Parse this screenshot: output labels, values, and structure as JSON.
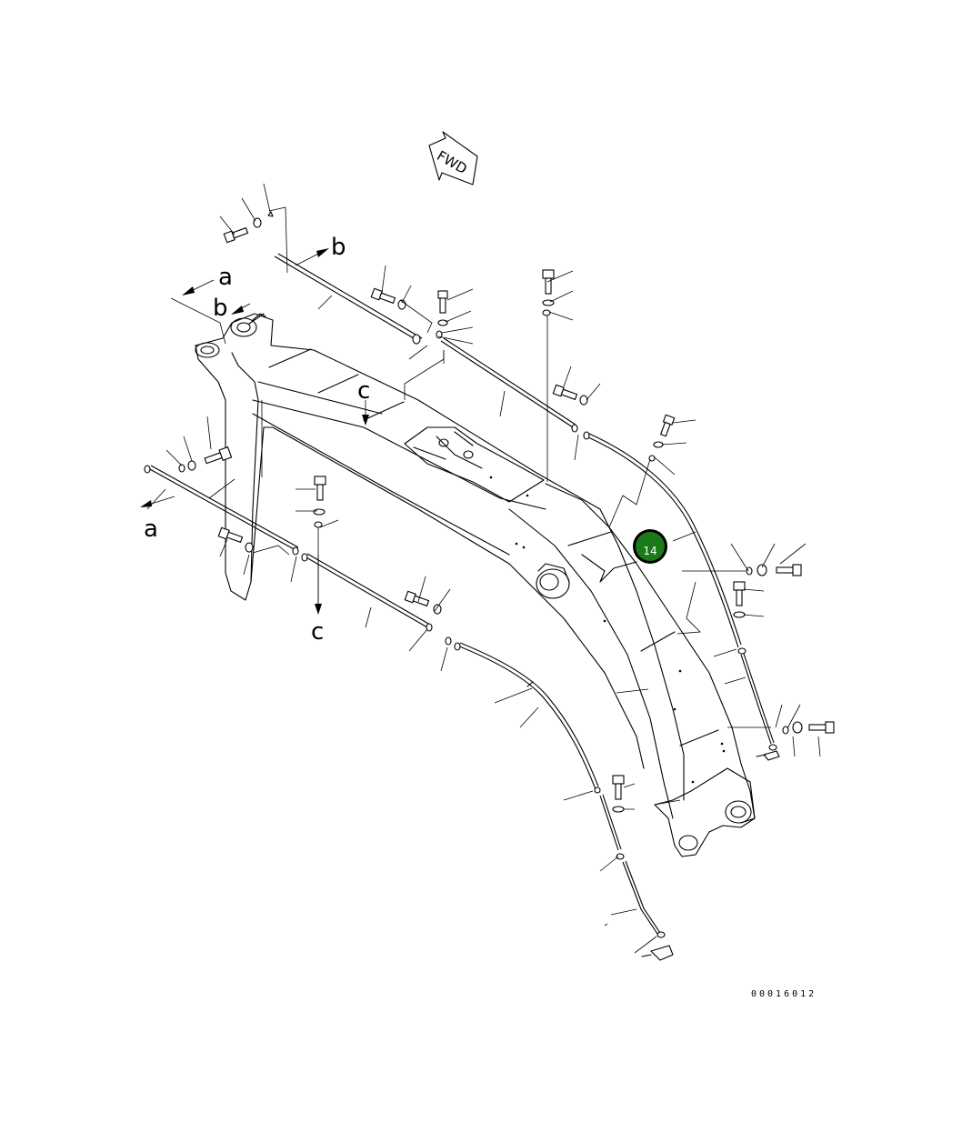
{
  "fwd_label": "FWD",
  "view_labels": {
    "a_top": "a",
    "b_top": "b",
    "b_right": "b",
    "c_top": "c",
    "a_left": "a",
    "c_bottom": "c"
  },
  "callout": {
    "number": "14",
    "color": "#1a7a1a"
  },
  "drawing_code": "00016012"
}
